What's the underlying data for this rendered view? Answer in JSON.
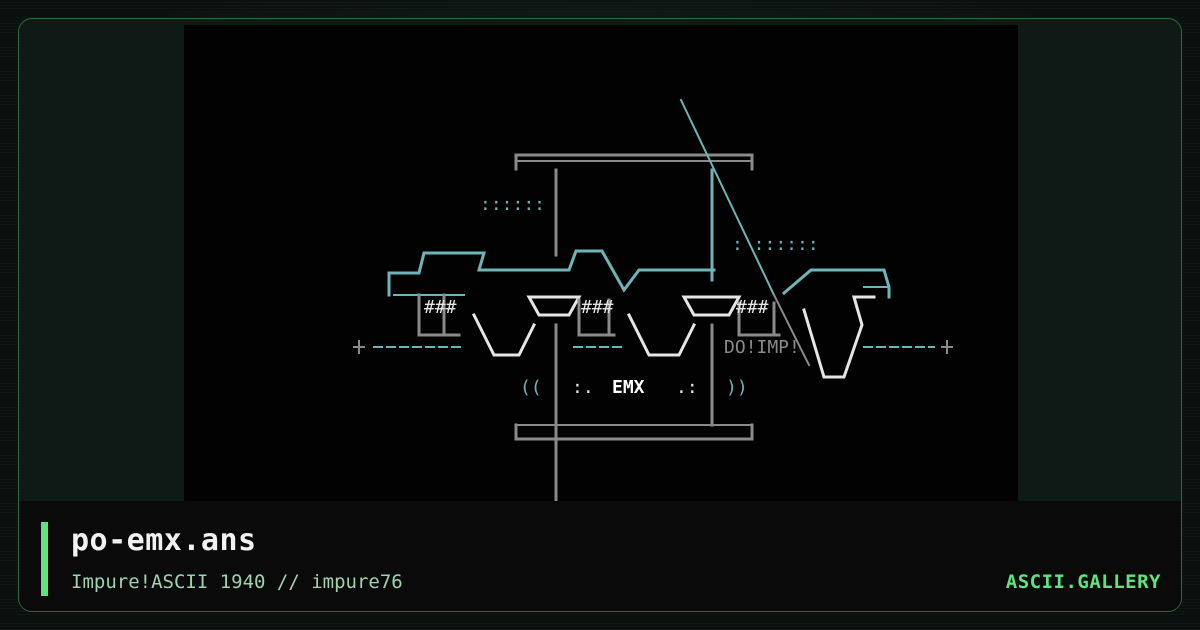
{
  "card": {
    "title": "po-emx.ans",
    "subtitle": "Impure!ASCII 1940 // impure76",
    "brand": "ASCII.GALLERY"
  },
  "artwork": {
    "center_tag": "EMX",
    "side_tag": "DO!IMP!",
    "left_dots": "::::::",
    "right_dots": ":  ::::::",
    "mid_left": ":.",
    "mid_right": ".:",
    "paren_left": "((",
    "paren_right": "))",
    "hash_label": "###",
    "colors": {
      "cyan": "#6fb4b8",
      "grey": "#8a8a8a",
      "white": "#e6e6e6",
      "accent": "#5fe37d"
    }
  }
}
